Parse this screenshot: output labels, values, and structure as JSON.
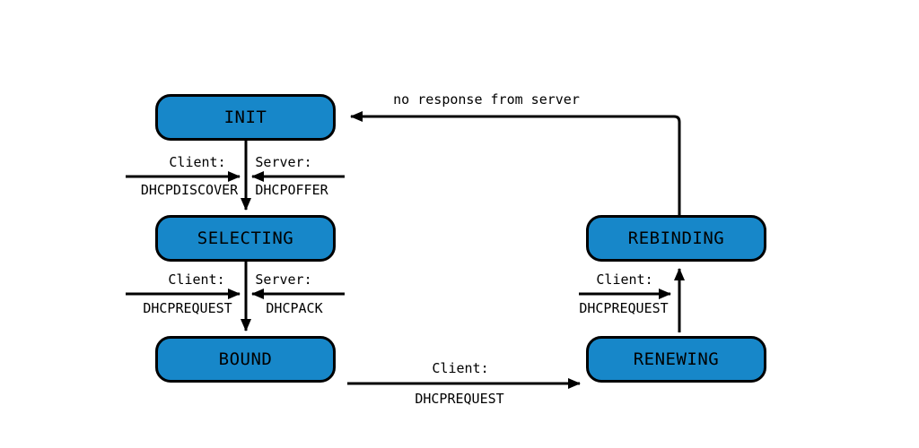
{
  "colors": {
    "state_fill": "#1787c9",
    "state_border": "#000000",
    "arrow": "#000000",
    "background": "#ffffff",
    "text": "#000000"
  },
  "states": {
    "init": "INIT",
    "selecting": "SELECTING",
    "bound": "BOUND",
    "renewing": "RENEWING",
    "rebinding": "REBINDING"
  },
  "transitions": {
    "init_to_selecting": {
      "client_label": "Client:",
      "client_message": "DHCPDISCOVER",
      "server_label": "Server:",
      "server_message": "DHCPOFFER"
    },
    "selecting_to_bound": {
      "client_label": "Client:",
      "client_message": "DHCPREQUEST",
      "server_label": "Server:",
      "server_message": "DHCPACK"
    },
    "bound_to_renewing": {
      "client_label": "Client:",
      "client_message": "DHCPREQUEST"
    },
    "renewing_to_rebinding": {
      "client_label": "Client:",
      "client_message": "DHCPREQUEST"
    },
    "rebinding_to_init": {
      "label": "no response from server"
    }
  }
}
